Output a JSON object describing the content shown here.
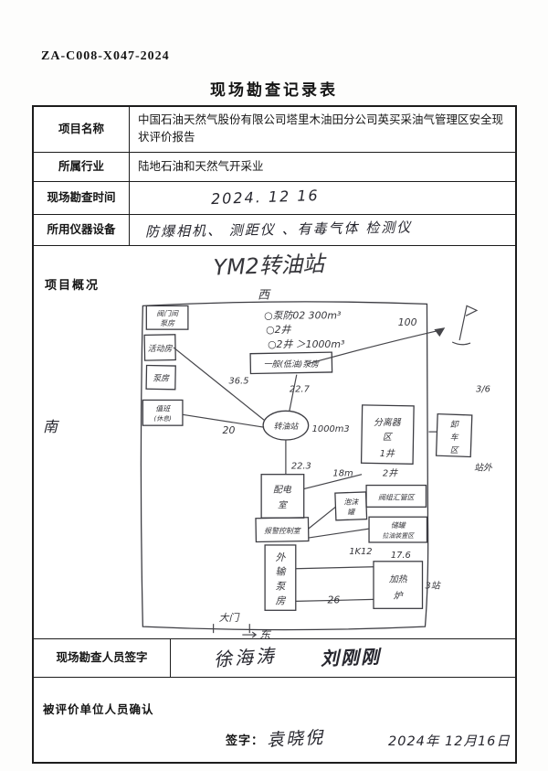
{
  "page": {
    "doc_number": "ZA-C008-X047-2024",
    "title": "现场勘查记录表"
  },
  "rows": {
    "project_name": {
      "label": "项目名称",
      "value": "中国石油天然气股份有限公司塔里木油田分公司英买采油气管理区安全现状评价报告"
    },
    "industry": {
      "label": "所属行业",
      "value": "陆地石油和天然气开采业"
    },
    "survey_time": {
      "label": "现场勘查时间",
      "value": "2024. 12 16"
    },
    "equipment": {
      "label": "所用仪器设备",
      "value": "防爆相机、 测距仪 、有毒气体 检测仪"
    },
    "overview": {
      "label": "项目概况"
    },
    "surveyor_sign": {
      "label": "现场勘查人员签字",
      "signatures": [
        "徐海涛",
        "刘刚刚"
      ]
    },
    "confirm": {
      "label": "被评价单位人员确认",
      "sign_label": "签字：",
      "signature": "袁晓倪",
      "date": "2024年 12月16日"
    }
  },
  "diagram": {
    "title": "YM2转油站",
    "west": "西",
    "south": "南",
    "east": "东",
    "gate": "大门",
    "note1": "○泵防02 300m³",
    "note2": "○2井",
    "note3": "○2井 ＞1000m³",
    "oil_box": "一般(低油)泵房",
    "d100": "100",
    "b1l1": "阀门间",
    "b1l2": "泵房",
    "b2": "活动房",
    "b3": "泵房",
    "b4l1": "值班",
    "b4l2": "(休息)",
    "d365": "36.5",
    "d227": "22.7",
    "d20": "20",
    "circle": "转油站",
    "vol": "1000m3",
    "d223": "22.3",
    "d18": "18m",
    "sep1": "分离器",
    "sep2": "区",
    "sep3": "1井",
    "well2": "2井",
    "manifold": "阀组汇管区",
    "foam1": "泡沫",
    "foam2": "罐",
    "tank1": "储罐",
    "tank2": "拉油装置区",
    "d1k12": "1K12",
    "d176": "17.6",
    "heat1": "加热",
    "heat2": "炉",
    "st3": "3站",
    "d26": "26",
    "d36": "3/6",
    "un1": "卸",
    "un2": "车",
    "un3": "区",
    "outside": "站外"
  }
}
